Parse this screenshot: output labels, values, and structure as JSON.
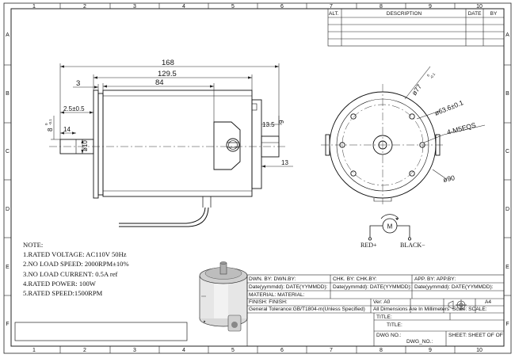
{
  "grid": {
    "cols": [
      "1",
      "2",
      "3",
      "4",
      "5",
      "6",
      "7",
      "8",
      "9",
      "10"
    ],
    "rows": [
      "A",
      "B",
      "C",
      "D",
      "E",
      "F"
    ]
  },
  "revision": {
    "alt": "ALT.",
    "description": "DESCRIPTION",
    "date": "DATE",
    "by": "BY"
  },
  "dims": {
    "overall": "168",
    "body": "129.5",
    "can": "84",
    "step": "3",
    "pilot_len": "2.5±0.5",
    "shaft_h": "8",
    "shaft_h_tol": "0\n-0.1",
    "shaft_len": "14",
    "shaft_dia": "ø10",
    "rear_h": "13.5",
    "rear_w": "9",
    "rear_len": "13",
    "flange_outer": "ø77",
    "flange_outer_tol": "0\n-0.1",
    "bolt_circle": "ø63.6±0.1",
    "holes": "4-M5EQS",
    "body_dia": "ø90"
  },
  "wiring": {
    "motor": "M",
    "red": "RED+",
    "black": "BLACK−"
  },
  "notes": {
    "title": "NOTE:",
    "items": [
      "1.RATED VOLTAGE: AC110V 50Hz",
      "2.NO LOAD SPEED: 2000RPM±10%",
      "3.NO LOAD CURRENT: 0.5A ref",
      "4.RATED POWER: 100W",
      "5.RATED SPEED:1500RPM"
    ]
  },
  "titleblock": {
    "dwn_by": "DWN. BY: DWN.BY:",
    "chk_by": "CHK. BY: CHK.BY:",
    "app_by": "APP. BY: APP.BY:",
    "date1": "Date(yymmdd): DATE(YYMMDD):",
    "date2": "Date(yymmdd): DATE(YYMMDD):",
    "date3": "Date(yymmdd): DATE(YYMMDD):",
    "material": "MATERIAL: MATERIAL:",
    "finish": "FINISH: FINISH:",
    "ver": "Ver: A0",
    "size": "A4",
    "tolerance": "General Tolerance:GB/T1804-m(Unless Specified)",
    "units": "All Dimensions Are In Millimeters",
    "scale": "Scale: SCALE:",
    "title": "TITLE:",
    "title_val": "TITLE:",
    "dwg_no": "DWG NO.:",
    "dwg_no_val": "DWG_NO.:",
    "sheet": "SHEET: SHEET OF OF"
  }
}
